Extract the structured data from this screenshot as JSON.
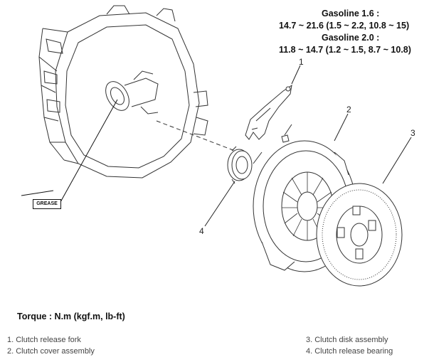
{
  "spec": {
    "gasoline_16_label": "Gasoline 1.6 :",
    "gasoline_16_value": "14.7 ~ 21.6 (1.5 ~ 2.2, 10.8 ~ 15)",
    "gasoline_20_label": "Gasoline 2.0 :",
    "gasoline_20_value": "11.8 ~ 14.7 (1.2 ~ 1.5, 8.7 ~ 10.8)"
  },
  "torque_unit_note": "Torque : N.m (kgf.m, lb-ft)",
  "grease_label": "GREASE",
  "callouts": [
    "1",
    "2",
    "3",
    "4"
  ],
  "legend": [
    "1. Clutch release fork",
    "2. Clutch cover assembly",
    "3. Clutch disk assembly",
    "4. Clutch release bearing"
  ]
}
